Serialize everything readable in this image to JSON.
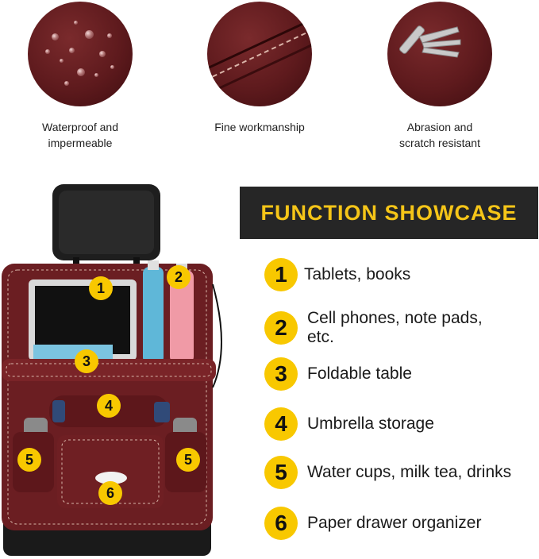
{
  "features": [
    {
      "caption": "Waterproof and\nimpermeable",
      "icon": "water-drops-icon"
    },
    {
      "caption": "Fine workmanship",
      "icon": "stitching-icon"
    },
    {
      "caption": "Abrasion and\nscratch resistant",
      "icon": "fork-scratch-icon"
    }
  ],
  "banner": {
    "title": "FUNCTION SHOWCASE"
  },
  "functions": [
    {
      "num": "1",
      "label": "Tablets, books"
    },
    {
      "num": "2",
      "label": "Cell phones, note pads,\netc."
    },
    {
      "num": "3",
      "label": "Foldable table"
    },
    {
      "num": "4",
      "label": "Umbrella storage"
    },
    {
      "num": "5",
      "label": "Water cups, milk tea, drinks"
    },
    {
      "num": "6",
      "label": "Paper drawer organizer"
    }
  ],
  "markers": {
    "m1": "1",
    "m2": "2",
    "m3": "3",
    "m4": "4",
    "m5a": "5",
    "m5b": "5",
    "m6": "6"
  },
  "colors": {
    "leather": "#6b1e22",
    "accent": "#f8c800",
    "banner_bg": "#262626",
    "banner_text": "#f5c518"
  }
}
